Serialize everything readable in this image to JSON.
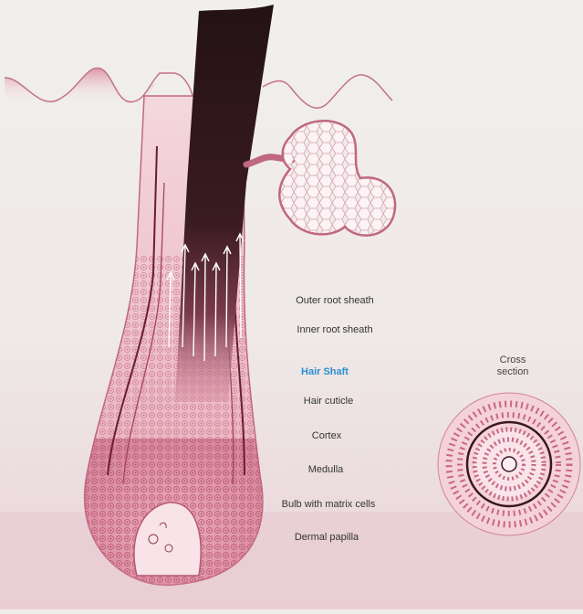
{
  "labels": [
    {
      "id": "outer-root-sheath",
      "text": "Outer root sheath"
    },
    {
      "id": "inner-root-sheath",
      "text": "Inner root sheath"
    },
    {
      "id": "hair-shaft",
      "text": "Hair Shaft"
    },
    {
      "id": "hair-cuticle",
      "text": "Hair cuticle"
    },
    {
      "id": "cortex",
      "text": "Cortex"
    },
    {
      "id": "medulla",
      "text": "Medulla"
    },
    {
      "id": "bulb-matrix",
      "text": "Bulb with matrix cells"
    },
    {
      "id": "dermal-papilla",
      "text": "Dermal papilla"
    }
  ],
  "cross_section": {
    "line1": "Cross",
    "line2": "section"
  },
  "colors": {
    "accent": "#2a8fd0",
    "skin_pink": "#c9687f",
    "light_pink": "#f2c9d2",
    "hair_dark": "#2a1519",
    "background": "#efedea"
  }
}
